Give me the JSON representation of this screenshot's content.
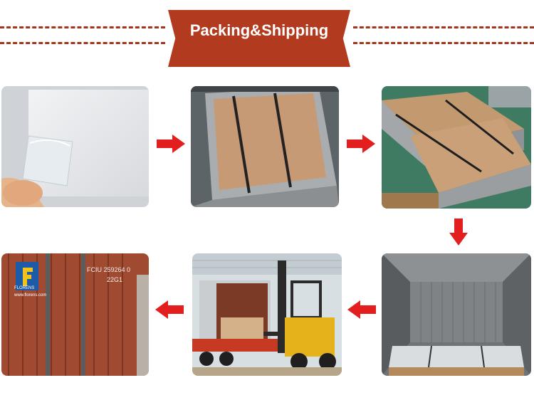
{
  "banner": {
    "title": "Packing&Shipping",
    "color": "#b23a1e"
  },
  "accent_arrow_color": "#e31e1e",
  "steps": [
    {
      "name": "protective-film-sheet",
      "icon": "photo-sheet-film"
    },
    {
      "name": "strapped-sheet-stack",
      "icon": "photo-strapped-stack"
    },
    {
      "name": "palletized-bundles",
      "icon": "photo-pallets"
    },
    {
      "name": "container-loaded",
      "icon": "photo-container-interior"
    },
    {
      "name": "forklift-loading",
      "icon": "photo-forklift"
    },
    {
      "name": "sealed-container",
      "icon": "photo-container-exterior"
    }
  ],
  "photo_text": {
    "container_brand": "FLORENS",
    "container_site": "www.florens.com",
    "container_number": "FCIU 259264 0",
    "container_type": "22G1"
  }
}
